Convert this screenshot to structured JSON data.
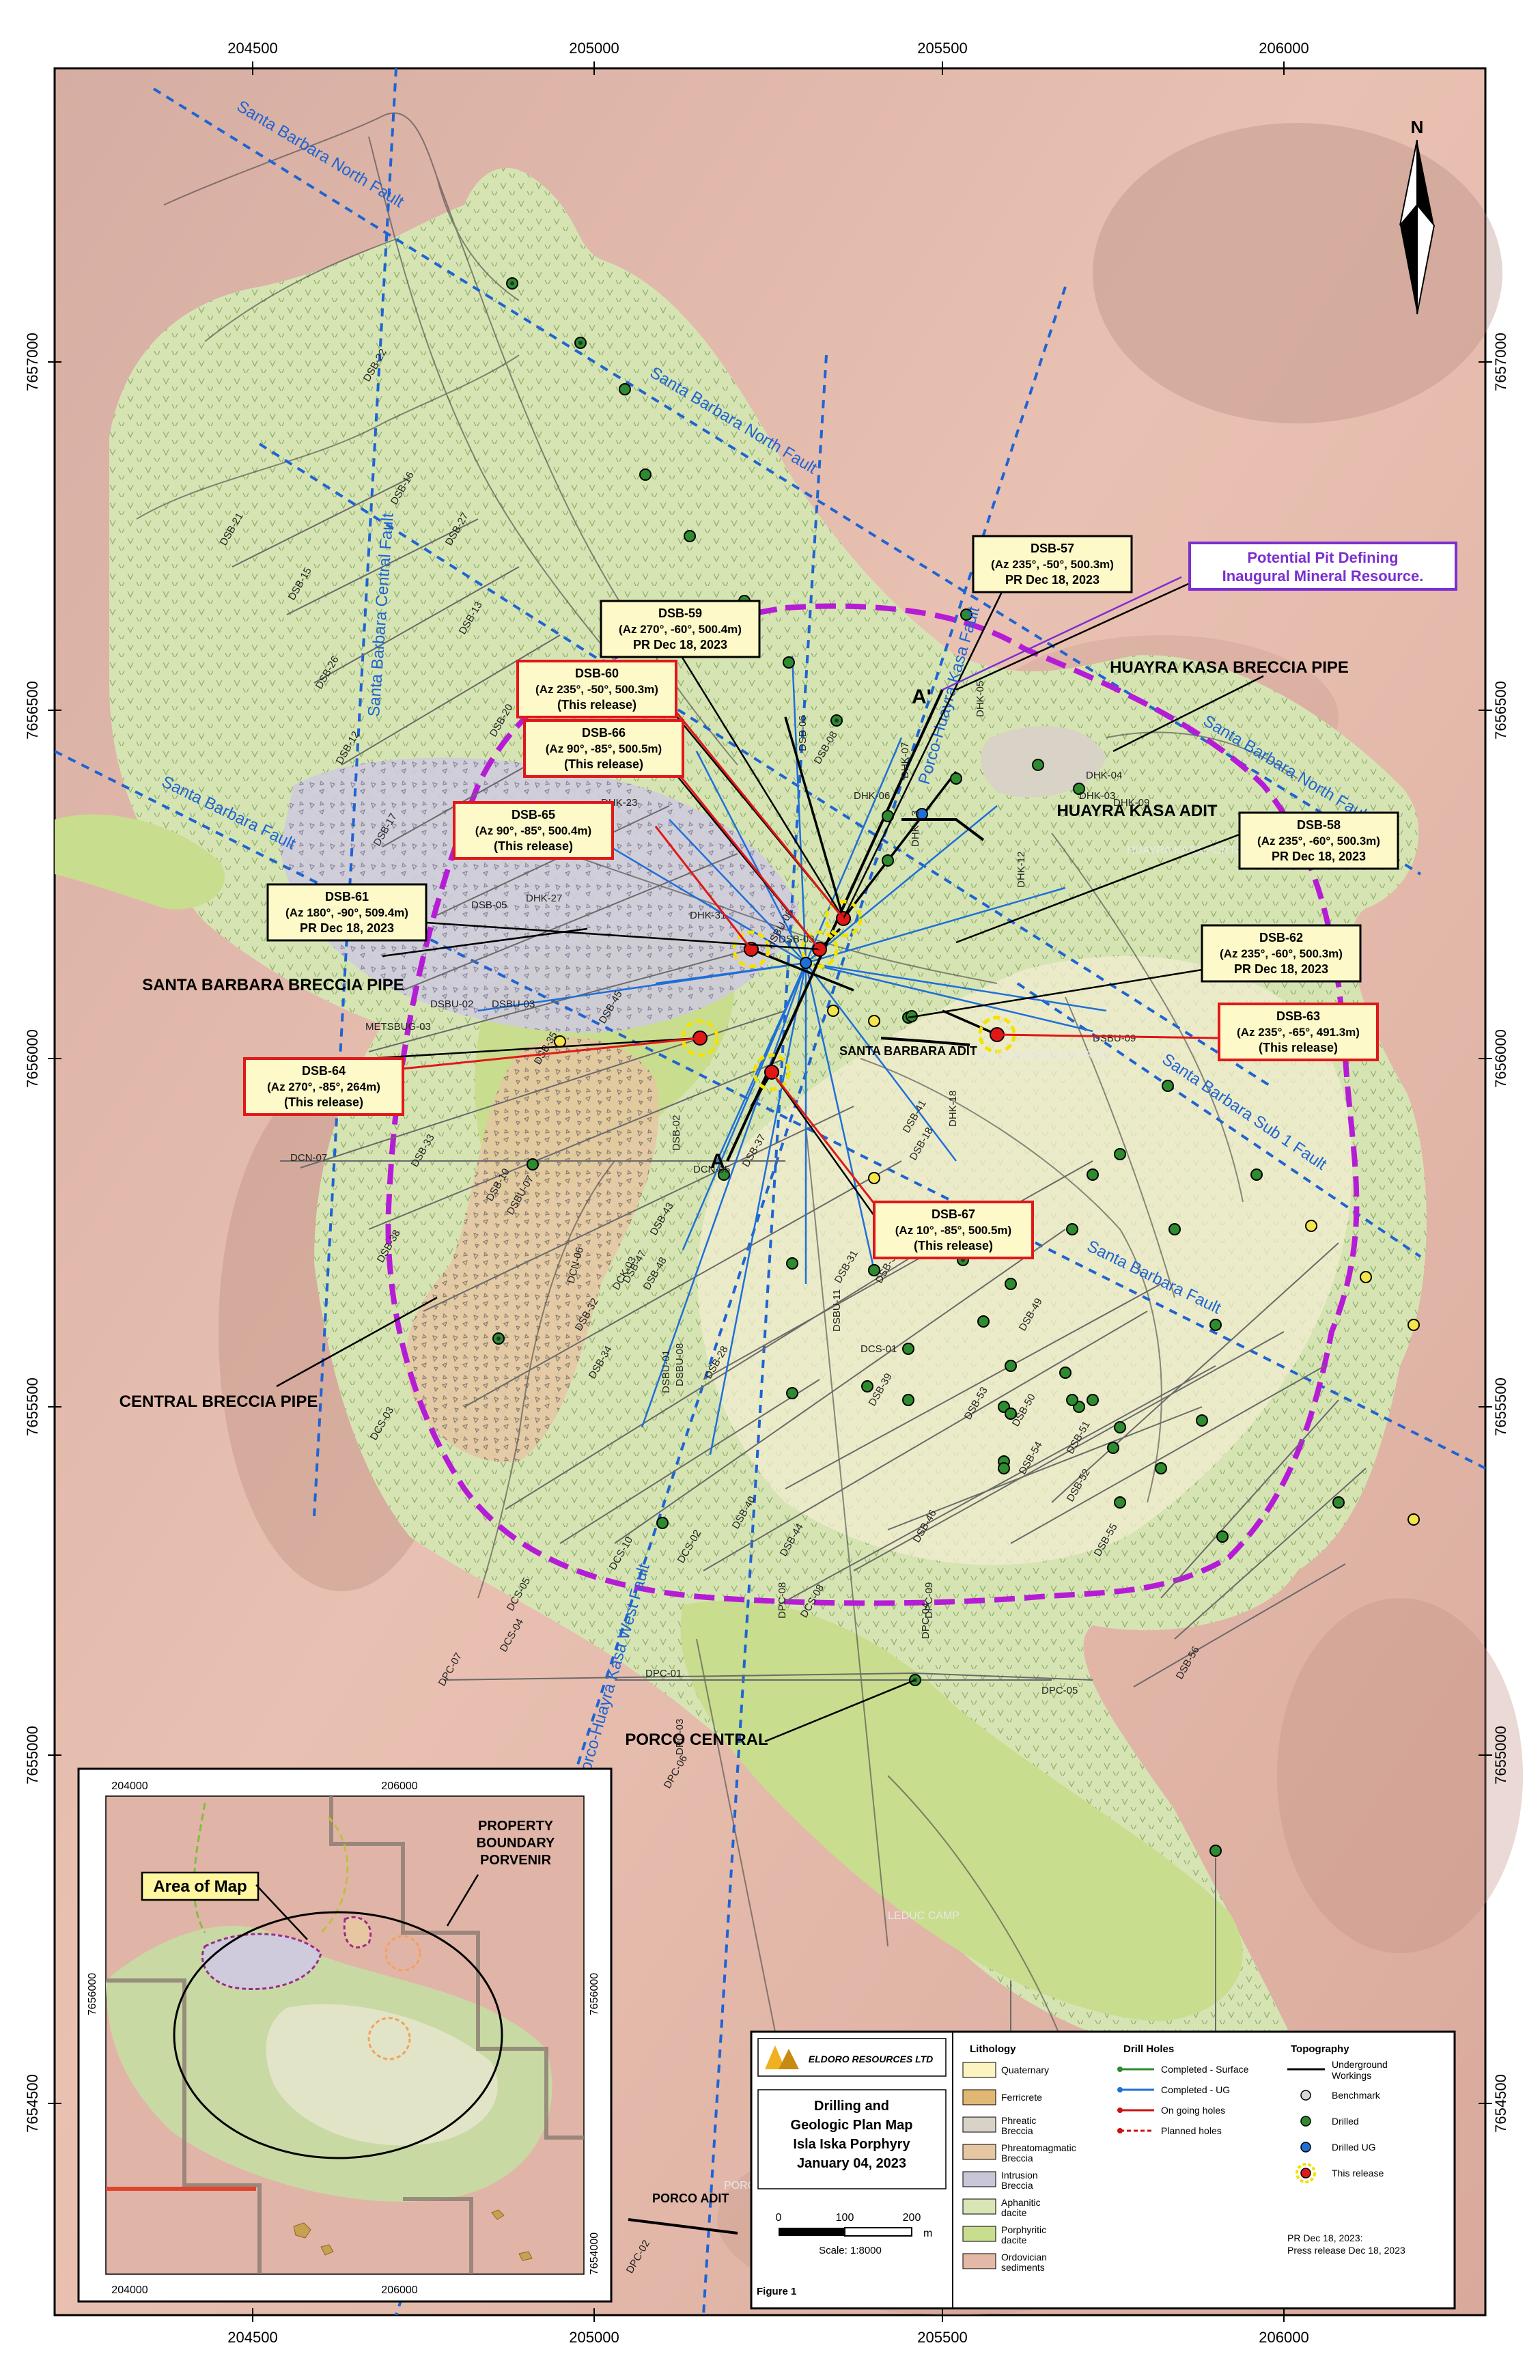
{
  "map": {
    "north_label": "N",
    "top_x_ticks": [
      "204500",
      "205000",
      "205500",
      "206000"
    ],
    "bottom_x_ticks": [
      "204500",
      "205000",
      "205500",
      "206000"
    ],
    "left_y_ticks": [
      "7657000",
      "7656500",
      "7656000",
      "7655500",
      "7655000",
      "7654500"
    ],
    "right_y_ticks": [
      "7657000",
      "7656500",
      "7656000",
      "7655500",
      "7655000",
      "7654500"
    ],
    "faults": {
      "sb_north_1": "Santa Barbara North Fault",
      "sb_north_2": "Santa Barbara North Fault",
      "sb_north_3": "Santa Barbara North Fault",
      "sb_central": "Santa Barbara Central Fault",
      "sb_fault_w": "Santa Barbara Fault",
      "sb_fault_e": "Santa Barbara Fault",
      "sb_sub": "Santa Barbara Sub 1 Fault",
      "porco": "Porco-Huayra Kasa West Fault",
      "porco_ne": "Porco-Huayra Kasa Fault"
    },
    "places": {
      "sb_pipe": "SANTA BARBARA BRECCIA PIPE",
      "central_pipe": "CENTRAL BRECCIA PIPE",
      "huayra_pipe": "HUAYRA KASA BRECCIA PIPE",
      "huayra_adit": "HUAYRA KASA ADIT",
      "huayra_portal": "HUAYRA KASA PORTAL",
      "sb_adit": "SANTA BARBARA ADIT",
      "sb_portal": "SANTA BARBARA PORTAL",
      "porco_central": "PORCO CENTRAL",
      "leduc_camp": "LEDUC CAMP",
      "porco_adit": "PORCO ADIT",
      "porco_portal": "PORCO PORTAL",
      "section_a": "A",
      "section_a_prime": "A'"
    },
    "pit_callout": "Potential Pit Defining Inaugural Mineral Resource.",
    "hole_callouts": [
      {
        "id": "DSB-57",
        "l1": "DSB-57",
        "l2": "(Az 235°, -50°, 500.3m)",
        "l3": "PR Dec 18, 2023",
        "release": false
      },
      {
        "id": "DSB-59",
        "l1": "DSB-59",
        "l2": "(Az 270°, -60°, 500.4m)",
        "l3": "PR Dec 18, 2023",
        "release": false
      },
      {
        "id": "DSB-60",
        "l1": "DSB-60",
        "l2": "(Az 235°, -50°, 500.3m)",
        "l3": "(This release)",
        "release": true
      },
      {
        "id": "DSB-66",
        "l1": "DSB-66",
        "l2": "(Az 90°, -85°, 500.5m)",
        "l3": "(This release)",
        "release": true
      },
      {
        "id": "DSB-65",
        "l1": "DSB-65",
        "l2": "(Az 90°, -85°, 500.4m)",
        "l3": "(This release)",
        "release": true
      },
      {
        "id": "DSB-61",
        "l1": "DSB-61",
        "l2": "(Az 180°, -90°, 509.4m)",
        "l3": "PR Dec 18, 2023",
        "release": false
      },
      {
        "id": "DSB-58",
        "l1": "DSB-58",
        "l2": "(Az 235°, -60°, 500.3m)",
        "l3": "PR Dec 18, 2023",
        "release": false
      },
      {
        "id": "DSB-62",
        "l1": "DSB-62",
        "l2": "(Az 235°, -60°, 500.3m)",
        "l3": "PR Dec 18, 2023",
        "release": false
      },
      {
        "id": "DSB-63",
        "l1": "DSB-63",
        "l2": "(Az 235°, -65°, 491.3m)",
        "l3": "(This release)",
        "release": true
      },
      {
        "id": "DSB-64",
        "l1": "DSB-64",
        "l2": "(Az 270°, -85°, 264m)",
        "l3": "(This release)",
        "release": true
      },
      {
        "id": "DSB-67",
        "l1": "DSB-67",
        "l2": "(Az 10°, -85°, 500.5m)",
        "l3": "(This release)",
        "release": true
      }
    ],
    "hole_labels": [
      "DSB-22",
      "DSB-21",
      "DSB-16",
      "DSB-27",
      "DSB-15",
      "DSB-13",
      "DSB-26",
      "DSB-12",
      "DSB-17",
      "DSB-20",
      "DSB-05",
      "DSB-06",
      "DSB-08",
      "DHK-06",
      "DHK-07",
      "DHK-05",
      "DHK-04",
      "DHK-03",
      "DHK-09",
      "DHK-13",
      "DHK-23",
      "DHK-27",
      "DHK-31",
      "DSB-03",
      "DSBU-02",
      "DSBU-03",
      "METSBUG-03",
      "DSB-35",
      "DSB-33",
      "DSB-10",
      "DSB-43",
      "DCN-07",
      "DCN-05",
      "DCN-06",
      "DCK-03",
      "DSB-28",
      "DSB-36",
      "DSB-39",
      "DSB-49",
      "DSB-50",
      "DSB-54",
      "DSB-51",
      "DSB-52",
      "DSB-55",
      "DSB-56",
      "DSB-53",
      "DSB-46",
      "DSB-44",
      "DSB-40",
      "DSB-41",
      "DSB-18",
      "DSB-47",
      "DSB-48",
      "DSB-32",
      "DSB-34",
      "DSB-45",
      "DSB-31",
      "DSB-38",
      "DCS-01",
      "DCS-02",
      "DCS-03",
      "DCS-04",
      "DCS-05",
      "DCS-08",
      "DCS-10",
      "DPC-01",
      "DPC-02",
      "DPC-03",
      "DPC-04",
      "DPC-05",
      "DPC-06",
      "DPC-07",
      "DPC-08",
      "DPC-09",
      "DSBU-01",
      "DSBU-07",
      "DSBU-08",
      "DSBU-09",
      "DSBU-11",
      "DHK-12",
      "DHK-18",
      "HSBU-06",
      "DSB-02",
      "DSB-37"
    ],
    "inset": {
      "x_ticks_top": [
        "204000",
        "206000"
      ],
      "x_ticks_bottom": [
        "204000",
        "206000"
      ],
      "y_left": "7656000",
      "y_right": "7656000",
      "y_right_bottom": "7654000",
      "area_label": "Area of Map",
      "boundary_label": "PROPERTY BOUNDARY PORVENIR"
    },
    "legend": {
      "company": "ELDORO RESOURCES LTD",
      "title_lines": [
        "Drilling and",
        "Geologic Plan Map",
        "Isla Iska Porphyry",
        "January 04, 2023"
      ],
      "scale_ticks": [
        "0",
        "100",
        "200"
      ],
      "scale_unit": "m",
      "scale_text": "Scale:  1:8000",
      "figure": "Figure 1",
      "lithology_title": "Lithology",
      "lithology": [
        {
          "label": "Quaternary",
          "color": "#fbf3c0"
        },
        {
          "label": "Ferricrete",
          "color": "#e1b873"
        },
        {
          "label": "Phreatic Breccia",
          "color": "#d9d2c6"
        },
        {
          "label": "Phreatomagmatic Breccia",
          "color": "#e6c7a2"
        },
        {
          "label": "Intrusion Breccia",
          "color": "#c9c6d8"
        },
        {
          "label": "Aphanitic dacite",
          "color": "#d8e6b6"
        },
        {
          "label": "Porphyritic dacite",
          "color": "#c8dd8e"
        },
        {
          "label": "Ordovician sediments",
          "color": "#e4b8a6"
        }
      ],
      "drill_title": "Drill Holes",
      "drill": [
        {
          "label": "Completed - Surface",
          "color": "#2d8a2d",
          "dash": false
        },
        {
          "label": "Completed - UG",
          "color": "#1f6fd8",
          "dash": false
        },
        {
          "label": "On going holes",
          "color": "#cc1111",
          "dash": false
        },
        {
          "label": "Planned holes",
          "color": "#cc1111",
          "dash": true
        }
      ],
      "topo_title": "Topography",
      "topo": [
        {
          "label": "Underground Workings",
          "kind": "line"
        },
        {
          "label": "Benchmark",
          "kind": "dot-gray"
        },
        {
          "label": "Drilled",
          "kind": "dot-green"
        },
        {
          "label": "Drilled UG",
          "kind": "dot-blue"
        },
        {
          "label": "This release",
          "kind": "dot-red"
        }
      ],
      "pr_note": "PR Dec 18, 2023: Press release Dec 18, 2023"
    }
  }
}
